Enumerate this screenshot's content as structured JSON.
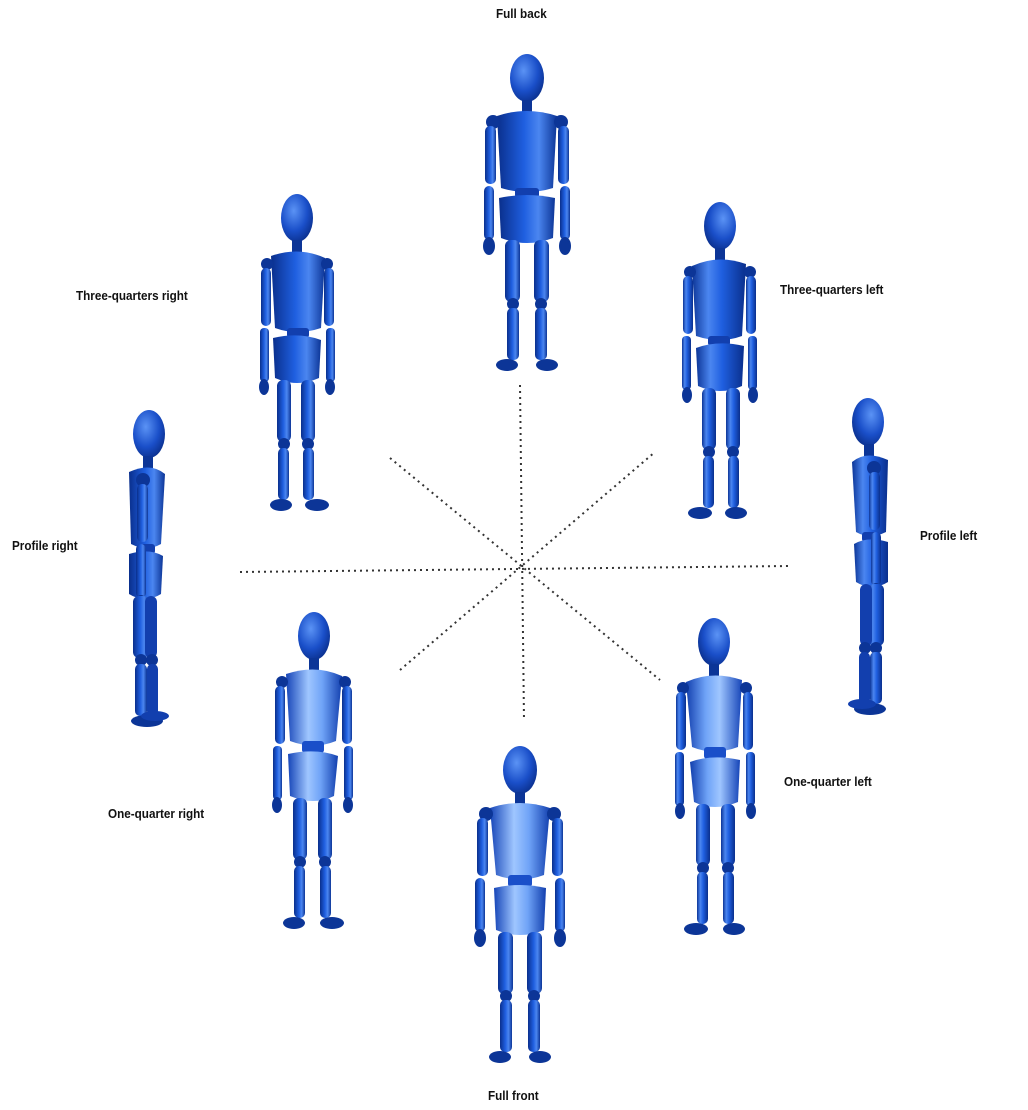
{
  "diagram": {
    "center_guides": "dotted-lines",
    "colors": {
      "figure_dark": "#0a2f8c",
      "figure_mid": "#1f5fe0",
      "figure_light": "#9fc6ff",
      "line": "#333333"
    },
    "views": [
      {
        "id": "full-back",
        "label": "Full back",
        "pose": "back"
      },
      {
        "id": "three-quarters-left",
        "label": "Three-quarters left",
        "pose": "three-quarter-back"
      },
      {
        "id": "profile-left",
        "label": "Profile left",
        "pose": "profile"
      },
      {
        "id": "one-quarter-left",
        "label": "One-quarter left",
        "pose": "quarter-front"
      },
      {
        "id": "full-front",
        "label": "Full front",
        "pose": "front"
      },
      {
        "id": "one-quarter-right",
        "label": "One-quarter right",
        "pose": "quarter-front"
      },
      {
        "id": "profile-right",
        "label": "Profile right",
        "pose": "profile"
      },
      {
        "id": "three-quarters-right",
        "label": "Three-quarters right",
        "pose": "three-quarter-back"
      }
    ]
  }
}
